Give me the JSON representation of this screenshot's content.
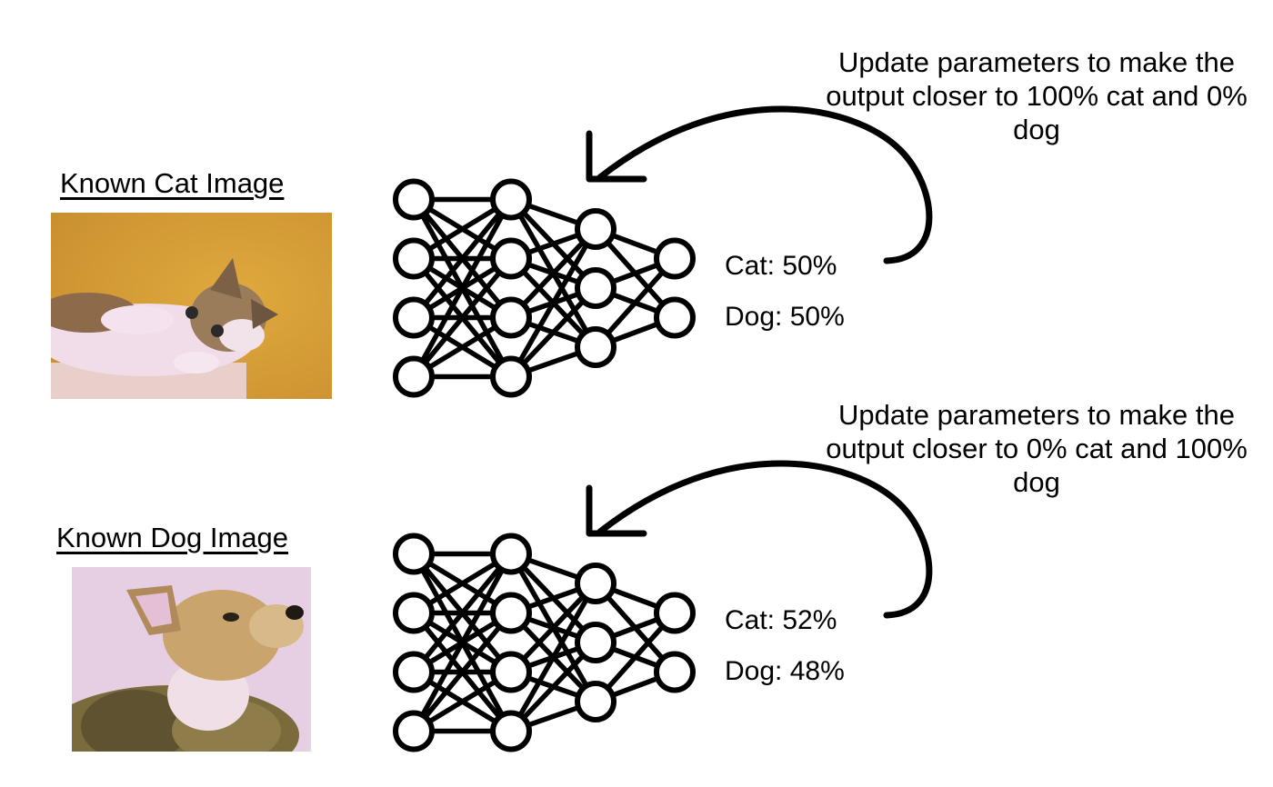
{
  "examples": [
    {
      "image_label": "Known Cat Image",
      "image_subject": "kitten",
      "image_background": "#d8a23c",
      "outputs": [
        {
          "class": "Cat",
          "percent": "50%",
          "text": "Cat: 50%"
        },
        {
          "class": "Dog",
          "percent": "50%",
          "text": "Dog: 50%"
        }
      ],
      "update_note": "Update parameters to make the output closer to 100% cat and 0% dog"
    },
    {
      "image_label": "Known Dog Image",
      "image_subject": "dog",
      "image_background": "#e6cfe3",
      "outputs": [
        {
          "class": "Cat",
          "percent": "52%",
          "text": "Cat: 52%"
        },
        {
          "class": "Dog",
          "percent": "48%",
          "text": "Dog: 48%"
        }
      ],
      "update_note": "Update parameters to make the output closer to 0% cat and 100% dog"
    }
  ],
  "network": {
    "layers": [
      4,
      4,
      3,
      2
    ],
    "line_color": "#000000"
  }
}
